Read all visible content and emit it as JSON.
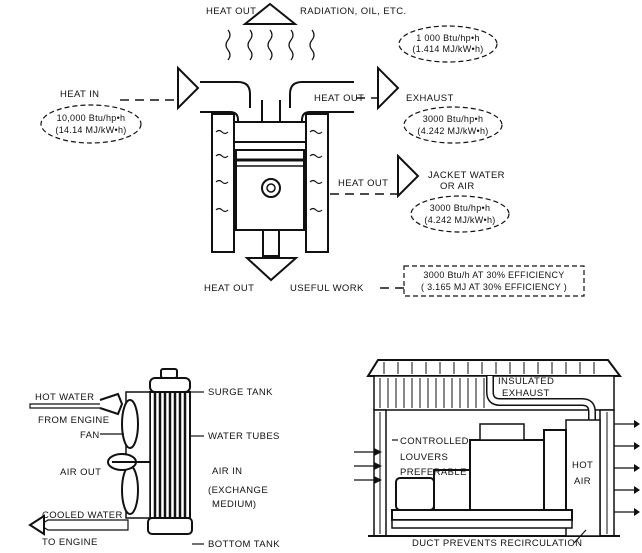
{
  "engine_heat_balance": {
    "heat_out_top": "HEAT OUT",
    "radiation_label": "RADIATION, OIL, ETC.",
    "radiation_value_1": "1 000 Btu/hp•h",
    "radiation_value_2": "(1.414 MJ/kW•h)",
    "heat_in_label": "HEAT IN",
    "heat_in_value_1": "10,000 Btu/hp•h",
    "heat_in_value_2": "(14.14 MJ/kW•h)",
    "exhaust_heat_out": "HEAT OUT",
    "exhaust_label": "EXHAUST",
    "exhaust_value_1": "3000 Btu/hp•h",
    "exhaust_value_2": "(4.242 MJ/kW•h)",
    "jacket_heat_out": "HEAT OUT",
    "jacket_label_1": "JACKET WATER",
    "jacket_label_2": "OR AIR",
    "jacket_value_1": "3000 Btu/hp•h",
    "jacket_value_2": "(4.242 MJ/kW•h)",
    "work_heat_out": "HEAT OUT",
    "useful_work_label": "USEFUL WORK",
    "efficiency_1": "3000 Btu/h AT 30% EFFICIENCY",
    "efficiency_2": "( 3.165 MJ AT 30% EFFICIENCY )"
  },
  "radiator": {
    "hot_water": "HOT WATER",
    "from_engine": "FROM ENGINE",
    "fan": "FAN",
    "air_out": "AIR OUT",
    "cooled_water": "COOLED WATER",
    "to_engine": "TO ENGINE",
    "surge_tank": "SURGE TANK",
    "water_tubes": "WATER TUBES",
    "air_in": "AIR IN",
    "exchange_1": "(EXCHANGE",
    "exchange_2": "MEDIUM)",
    "bottom_tank": "BOTTOM TANK"
  },
  "enclosure": {
    "insulated": "INSULATED",
    "exhaust": "EXHAUST",
    "controlled": "CONTROLLED",
    "louvers": "LOUVERS",
    "preferable": "PREFERABLE",
    "hot": "HOT",
    "air": "AIR",
    "duct_note": "DUCT PREVENTS RECIRCULATION"
  }
}
